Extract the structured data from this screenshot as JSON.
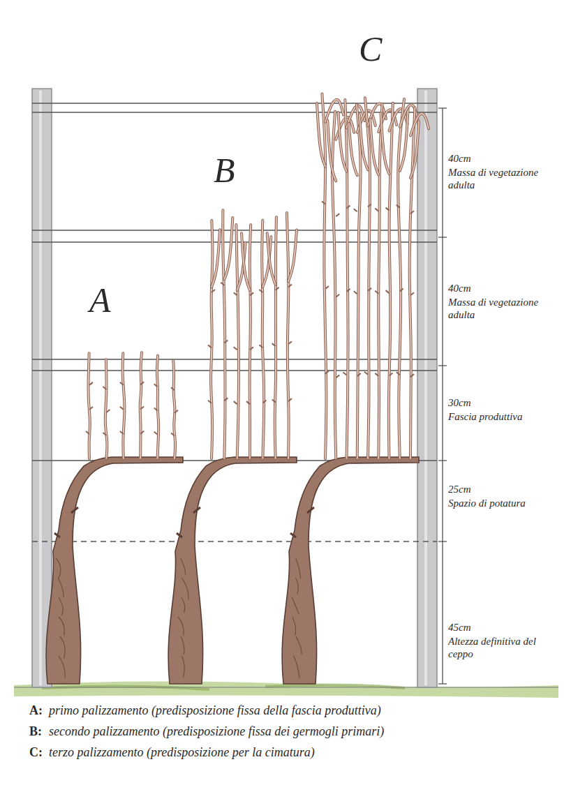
{
  "diagram": {
    "labels": [
      "C",
      "B",
      "A",
      "40cm",
      "Massa di vegetazione adulta",
      "40cm",
      "Massa di vegetazione adulta",
      "30cm",
      "Fascia produttiva",
      "25cm",
      "Spazio di potatura",
      "45cm",
      "Altezza definitiva del ceppo",
      "A:",
      "primo palizzamento (predisposizione fissa della fascia produttiva)",
      "B:",
      "secondo palizzamento (predisposizione fissa dei germogli primari)",
      "C:",
      "terzo palizzamento (predisposizione per la cimatura)"
    ]
  }
}
